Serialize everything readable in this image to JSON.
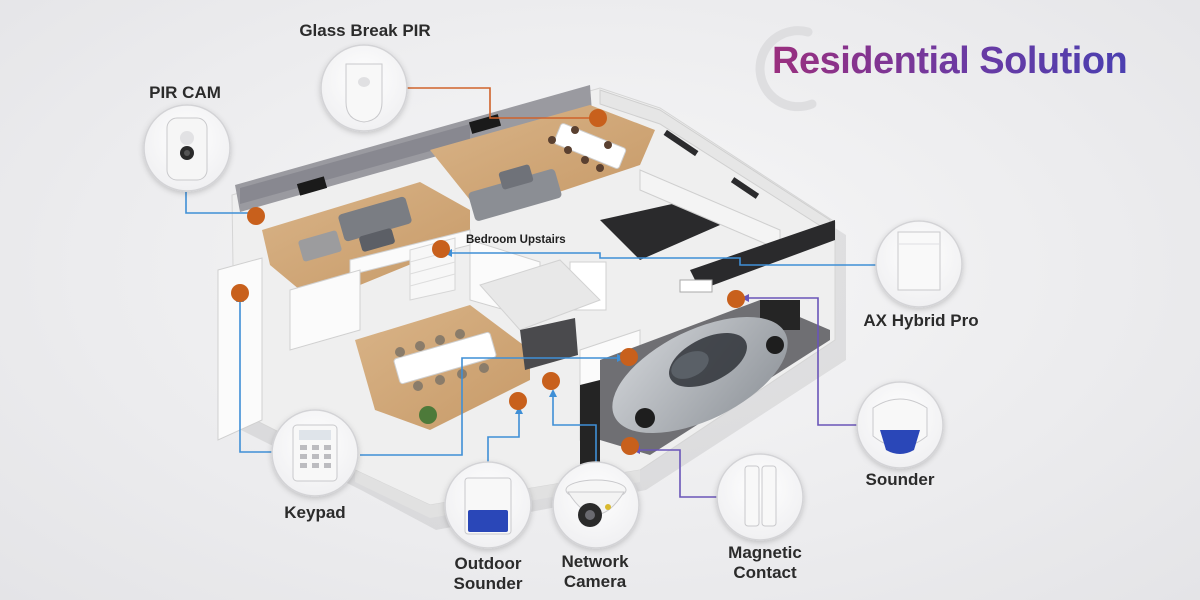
{
  "title": "Residential Solution",
  "room_label": "Bedroom Upstairs",
  "devices": [
    {
      "id": "pir-cam",
      "label": "PIR CAM"
    },
    {
      "id": "glass-break-pir",
      "label": "Glass Break PIR"
    },
    {
      "id": "ax-hybrid-pro",
      "label": "AX Hybrid Pro"
    },
    {
      "id": "keypad",
      "label": "Keypad"
    },
    {
      "id": "outdoor-sounder",
      "label_line1": "Outdoor",
      "label_line2": "Sounder"
    },
    {
      "id": "network-camera",
      "label_line1": "Network",
      "label_line2": "Camera"
    },
    {
      "id": "magnetic-contact",
      "label_line1": "Magnetic",
      "label_line2": "Contact"
    },
    {
      "id": "sounder",
      "label": "Sounder"
    }
  ],
  "colors": {
    "marker": "#c8601c",
    "line_blue": "#3f8fd6",
    "line_orange": "#d0632a",
    "line_purple": "#6a55b8",
    "title_start": "#9a2f7e",
    "title_end": "#4b3fb0",
    "sounder_cover": "#2c46b8"
  }
}
